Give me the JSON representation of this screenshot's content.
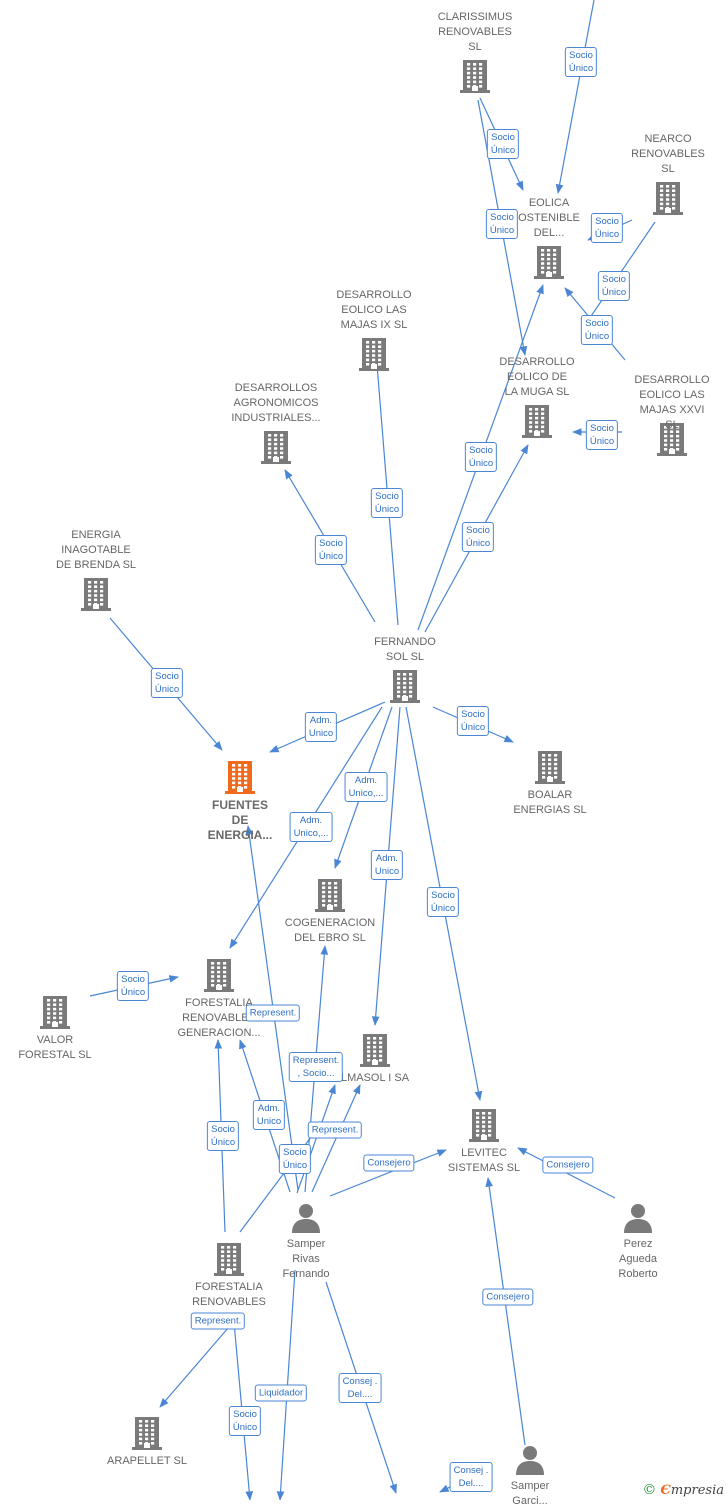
{
  "colors": {
    "edge": "#4a86d4",
    "company": "#7a7a7a",
    "focus": "#f06a1d",
    "person": "#7a7a7a"
  },
  "nodes": [
    {
      "id": "clarissimus",
      "label": "CLARISSIMUS\nRENOVABLES\nSL",
      "icon": "building-icon"
    },
    {
      "id": "nearco",
      "label": "NEARCO\nRENOVABLES\nSL",
      "icon": "building-icon"
    },
    {
      "id": "eolica",
      "label": "EOLICA\nOSTENIBLE\nDEL...",
      "icon": "building-icon"
    },
    {
      "id": "majas9",
      "label": "DESARROLLO\nEOLICO LAS\nMAJAS IX  SL",
      "icon": "building-icon"
    },
    {
      "id": "muga",
      "label": "DESARROLLO\nEOLICO DE\nLA MUGA SL",
      "icon": "building-icon"
    },
    {
      "id": "majas26",
      "label": "DESARROLLO\nEOLICO LAS\nMAJAS XXVI  SL",
      "icon": "building-icon"
    },
    {
      "id": "agronomicos",
      "label": "DESARROLLOS\nAGRONOMICOS\nINDUSTRIALES...",
      "icon": "building-icon"
    },
    {
      "id": "brenda",
      "label": "ENERGIA\nINAGOTABLE\nDE BRENDA  SL",
      "icon": "building-icon"
    },
    {
      "id": "fernando",
      "label": "FERNANDO\nSOL SL",
      "icon": "building-icon"
    },
    {
      "id": "fuentes",
      "label": "FUENTES\nDE\nENERGIA...",
      "icon": "building-icon",
      "focus": true
    },
    {
      "id": "boalar",
      "label": "BOALAR\nENERGIAS  SL",
      "icon": "building-icon"
    },
    {
      "id": "cogeneracion",
      "label": "COGENERACION\nDEL EBRO  SL",
      "icon": "building-icon"
    },
    {
      "id": "forestalia1",
      "label": "FORESTALIA\nRENOVABLES\nGENERACION...",
      "icon": "building-icon"
    },
    {
      "id": "valor",
      "label": "VALOR\nFORESTAL SL",
      "icon": "building-icon"
    },
    {
      "id": "almasol",
      "label": "LMASOL I SA",
      "icon": "building-icon"
    },
    {
      "id": "levitec",
      "label": "LEVITEC\nSISTEMAS  SL",
      "icon": "building-icon"
    },
    {
      "id": "samper",
      "label": "Samper\nRivas\nFernando",
      "icon": "person-icon"
    },
    {
      "id": "perez",
      "label": "Perez\nAgueda\nRoberto",
      "icon": "person-icon"
    },
    {
      "id": "forestalia2",
      "label": "FORESTALIA\nRENOVABLES\n...N...",
      "icon": "building-icon"
    },
    {
      "id": "arapellet",
      "label": "ARAPELLET  SL",
      "icon": "building-icon"
    },
    {
      "id": "samper2",
      "label": "Samper\nGarci...",
      "icon": "person-icon"
    }
  ],
  "edge_labels": [
    "Socio\nÚnico",
    "Socio\nÚnico",
    "Socio\nÚnico",
    "Socio\nÚnico",
    "Socio\nÚnico",
    "Socio\nÚnico",
    "Socio\nÚnico",
    "Socio\nÚnico",
    "Socio\nÚnico",
    "Socio\nÚnico",
    "Socio\nÚnico",
    "Socio\nÚnico",
    "Adm.\nUnico",
    "Socio\nÚnico",
    "Adm.\nUnico,...",
    "Adm.\nUnico,...",
    "Adm.\nUnico",
    "Socio\nÚnico",
    "Socio\nÚnico",
    "Represent.",
    "Represent.\n, Socio...",
    "Adm.\nUnico",
    "Represent.",
    "Socio\nÚnico",
    "Socio\nÚnico",
    "Consejero",
    "Consejero",
    "Consejero",
    "Represent.",
    "Liquidador",
    "Socio\nÚnico",
    "Consej .\nDel....",
    "Consej .\nDel...."
  ],
  "brand": {
    "symbol": "©",
    "initial": "Є",
    "name": "mpresia"
  }
}
